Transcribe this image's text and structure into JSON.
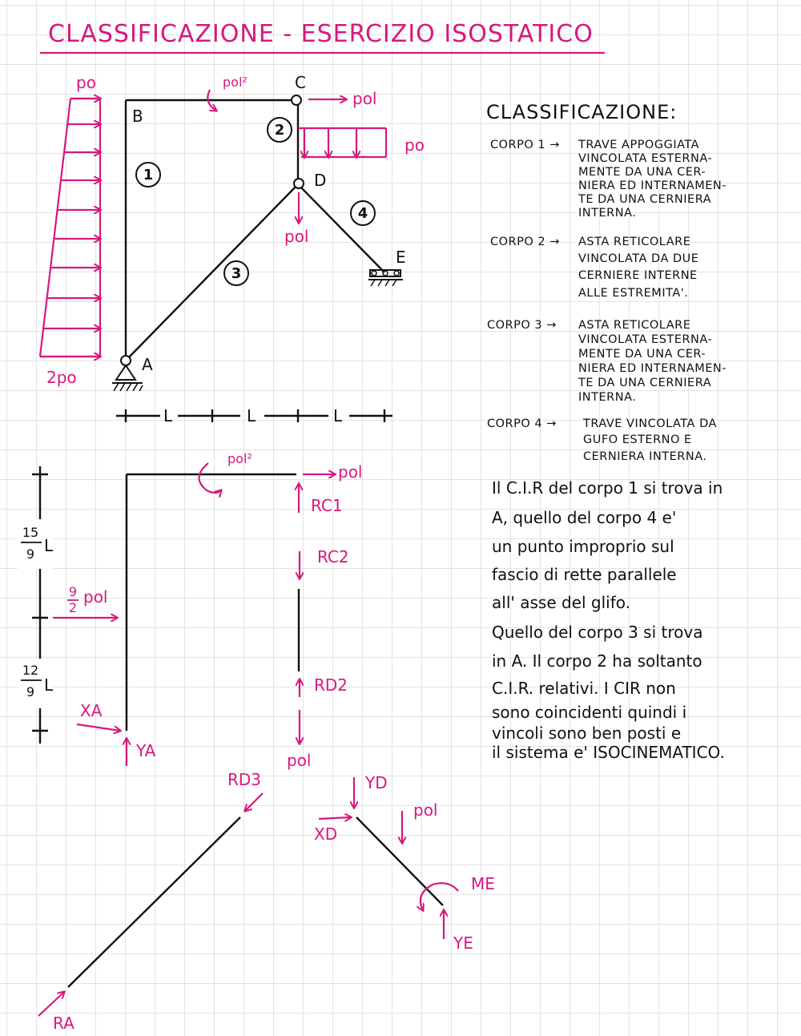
{
  "title": "CLASSIFICAZIONE - ESERCIZIO ISOSTATICO",
  "structure": {
    "nodes": {
      "A": "A",
      "B": "B",
      "C": "C",
      "D": "D",
      "E": "E"
    },
    "bodies": [
      "1",
      "2",
      "3",
      "4"
    ],
    "load_top": "po",
    "load_bottom": "2po",
    "moment_label": "pol²",
    "force_c": "pol",
    "dist_load": "po",
    "force_d": "pol",
    "dims": [
      "L",
      "L",
      "L"
    ]
  },
  "classification": {
    "heading": "CLASSIFICAZIONE:",
    "bodies": [
      {
        "key": "CORPO 1 →",
        "lines": [
          "TRAVE APPOGGIATA",
          "VINCOLATA ESTERNA-",
          "MENTE DA UNA CER-",
          "NIERA ED INTERNAMEN-",
          "TE DA UNA CERNIERA",
          "INTERNA."
        ]
      },
      {
        "key": "CORPO 2 →",
        "lines": [
          "ASTA RETICOLARE",
          "VINCOLATA DA DUE",
          "CERNIERE INTERNE",
          "ALLE ESTREMITA'."
        ]
      },
      {
        "key": "CORPO 3 →",
        "lines": [
          "ASTA RETICOLARE",
          "VINCOLATA ESTERNA-",
          "MENTE DA UNA CER-",
          "NIERA ED INTERNAMEN-",
          "TE DA UNA CERNIERA",
          "INTERNA."
        ]
      },
      {
        "key": "CORPO 4 →",
        "lines": [
          "TRAVE VINCOLATA DA",
          "GUFO ESTERNO E",
          "CERNIERA INTERNA."
        ]
      }
    ]
  },
  "cir_text": [
    "Il C.I.R del corpo 1 si trova in",
    "A, quello del corpo 4 e'",
    "un punto improprio sul",
    "fascio di rette parallele",
    "all' asse del glifo.",
    "Quello del corpo 3 si trova",
    "in A. Il corpo 2 ha soltanto",
    "C.I.R. relativi. I CIR non",
    "sono coincidenti quindi i",
    "vincoli sono ben posti e",
    "il sistema e' ISOCINEMATICO."
  ],
  "fbd1": {
    "moment": "pol²",
    "force_top": "pol",
    "dim_upper_num": "15",
    "dim_upper_den": "9",
    "dim_lower_num": "12",
    "dim_lower_den": "9",
    "dim_unit": "L",
    "resultant_num": "9",
    "resultant_den": "2",
    "resultant_unit": "pol",
    "xa": "XA",
    "ya": "YA",
    "rc1": "RC1",
    "rc2": "RC2",
    "rd2": "RD2",
    "pol_bottom": "pol"
  },
  "fbd2": {
    "rd3": "RD3",
    "ra": "RA",
    "yd": "YD",
    "xd": "XD",
    "pol": "pol",
    "me": "ME",
    "ye": "YE"
  }
}
